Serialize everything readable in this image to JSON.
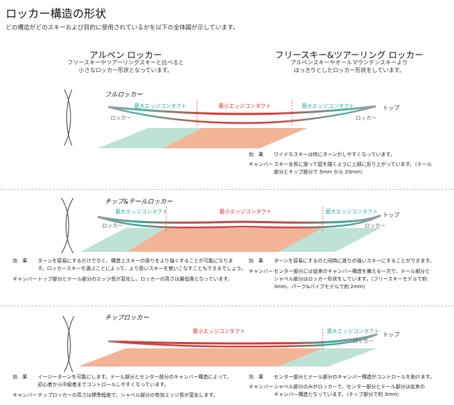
{
  "page": {
    "title": "ロッカー構造の形状",
    "subtitle": "どの構造がどのスキーおよび目的に使用されているかを以下の全体図が示しています。"
  },
  "columns": {
    "alpine": {
      "heading": "アルペン ロッカー",
      "desc1": "フリースキーやツアーリングスキーと比べると",
      "desc2": "小さなロッカー形状となっています。"
    },
    "freeski": {
      "heading": "フリースキー&ツアーリング ロッカー",
      "desc1": "アルペンスキーやオールマウンテンスキーより",
      "desc2": "はっきりとしたロッカー形状をしています。"
    }
  },
  "labels": {
    "max_contact": "最大エッジコンタクト",
    "min_contact": "最小エッジコンタクト",
    "rocker": "ロッカー",
    "tip": "トップ",
    "effect": "効　果",
    "camber": "キャンバー"
  },
  "sections": {
    "full": {
      "name": "フルロッカー",
      "right_effect": "ワイドなスキーは特にターンがしやすくなっています。",
      "right_camber1": "スキー全長に渡って弧を描くように上部に反り上がっています。（テール",
      "right_camber2": "部分とチップ部分で 5mm から 20mm）"
    },
    "tiptail": {
      "name": "チップ&テールロッカー",
      "left_effect1": "ターンを容易にするだけでなく、構造上スキーの張りをより強くすることが可能になりま",
      "left_effect2": "す。ロッカースキーを選ぶことによって、より長いスキーを使いこなすこともできるでしょう。",
      "left_camber": "トップ部分とテール部分のエッジ長が変化し、ロッカーの高さは最低限となっています。",
      "right_effect": "ターンを容易にするのと同時に張りの強いスキーにすることができます。",
      "right_camber1": "センター部分には従来のキャンバー構造を備える一方で、テール部分と",
      "right_camber2": "シャベル部分はロッカー形状をしています。（フリースキーモデルで約",
      "right_camber3": "3mm、パーク&パイプモデルで約 2mm）"
    },
    "tip": {
      "name": "チップロッカー",
      "left_effect1": "イージーターンを可能にします。テール部分とセンター部分のキャンバー構造によって、",
      "left_effect2": "初心者から中級者までコントロールしやすくなっています。",
      "left_camber": "チップロッカーの高さは標準程度で、シャベル部分の有効エッジ長が変化します。",
      "right_effect": "センター部分とテール部分のキャンバー構造がコントロールを助けます。",
      "right_camber1": "シャベル部分のみがロッカーで、センター部分とテール部分は従来の",
      "right_camber2": "キャンバー構造となっています。（チップ部分で約 3mm）"
    }
  },
  "colors": {
    "teal": "#2aa79a",
    "red": "#d3322e",
    "mint_plane": "#bfe2d6",
    "salmon_plane": "#f3b396",
    "ski_grey": "#9a9a9a"
  }
}
